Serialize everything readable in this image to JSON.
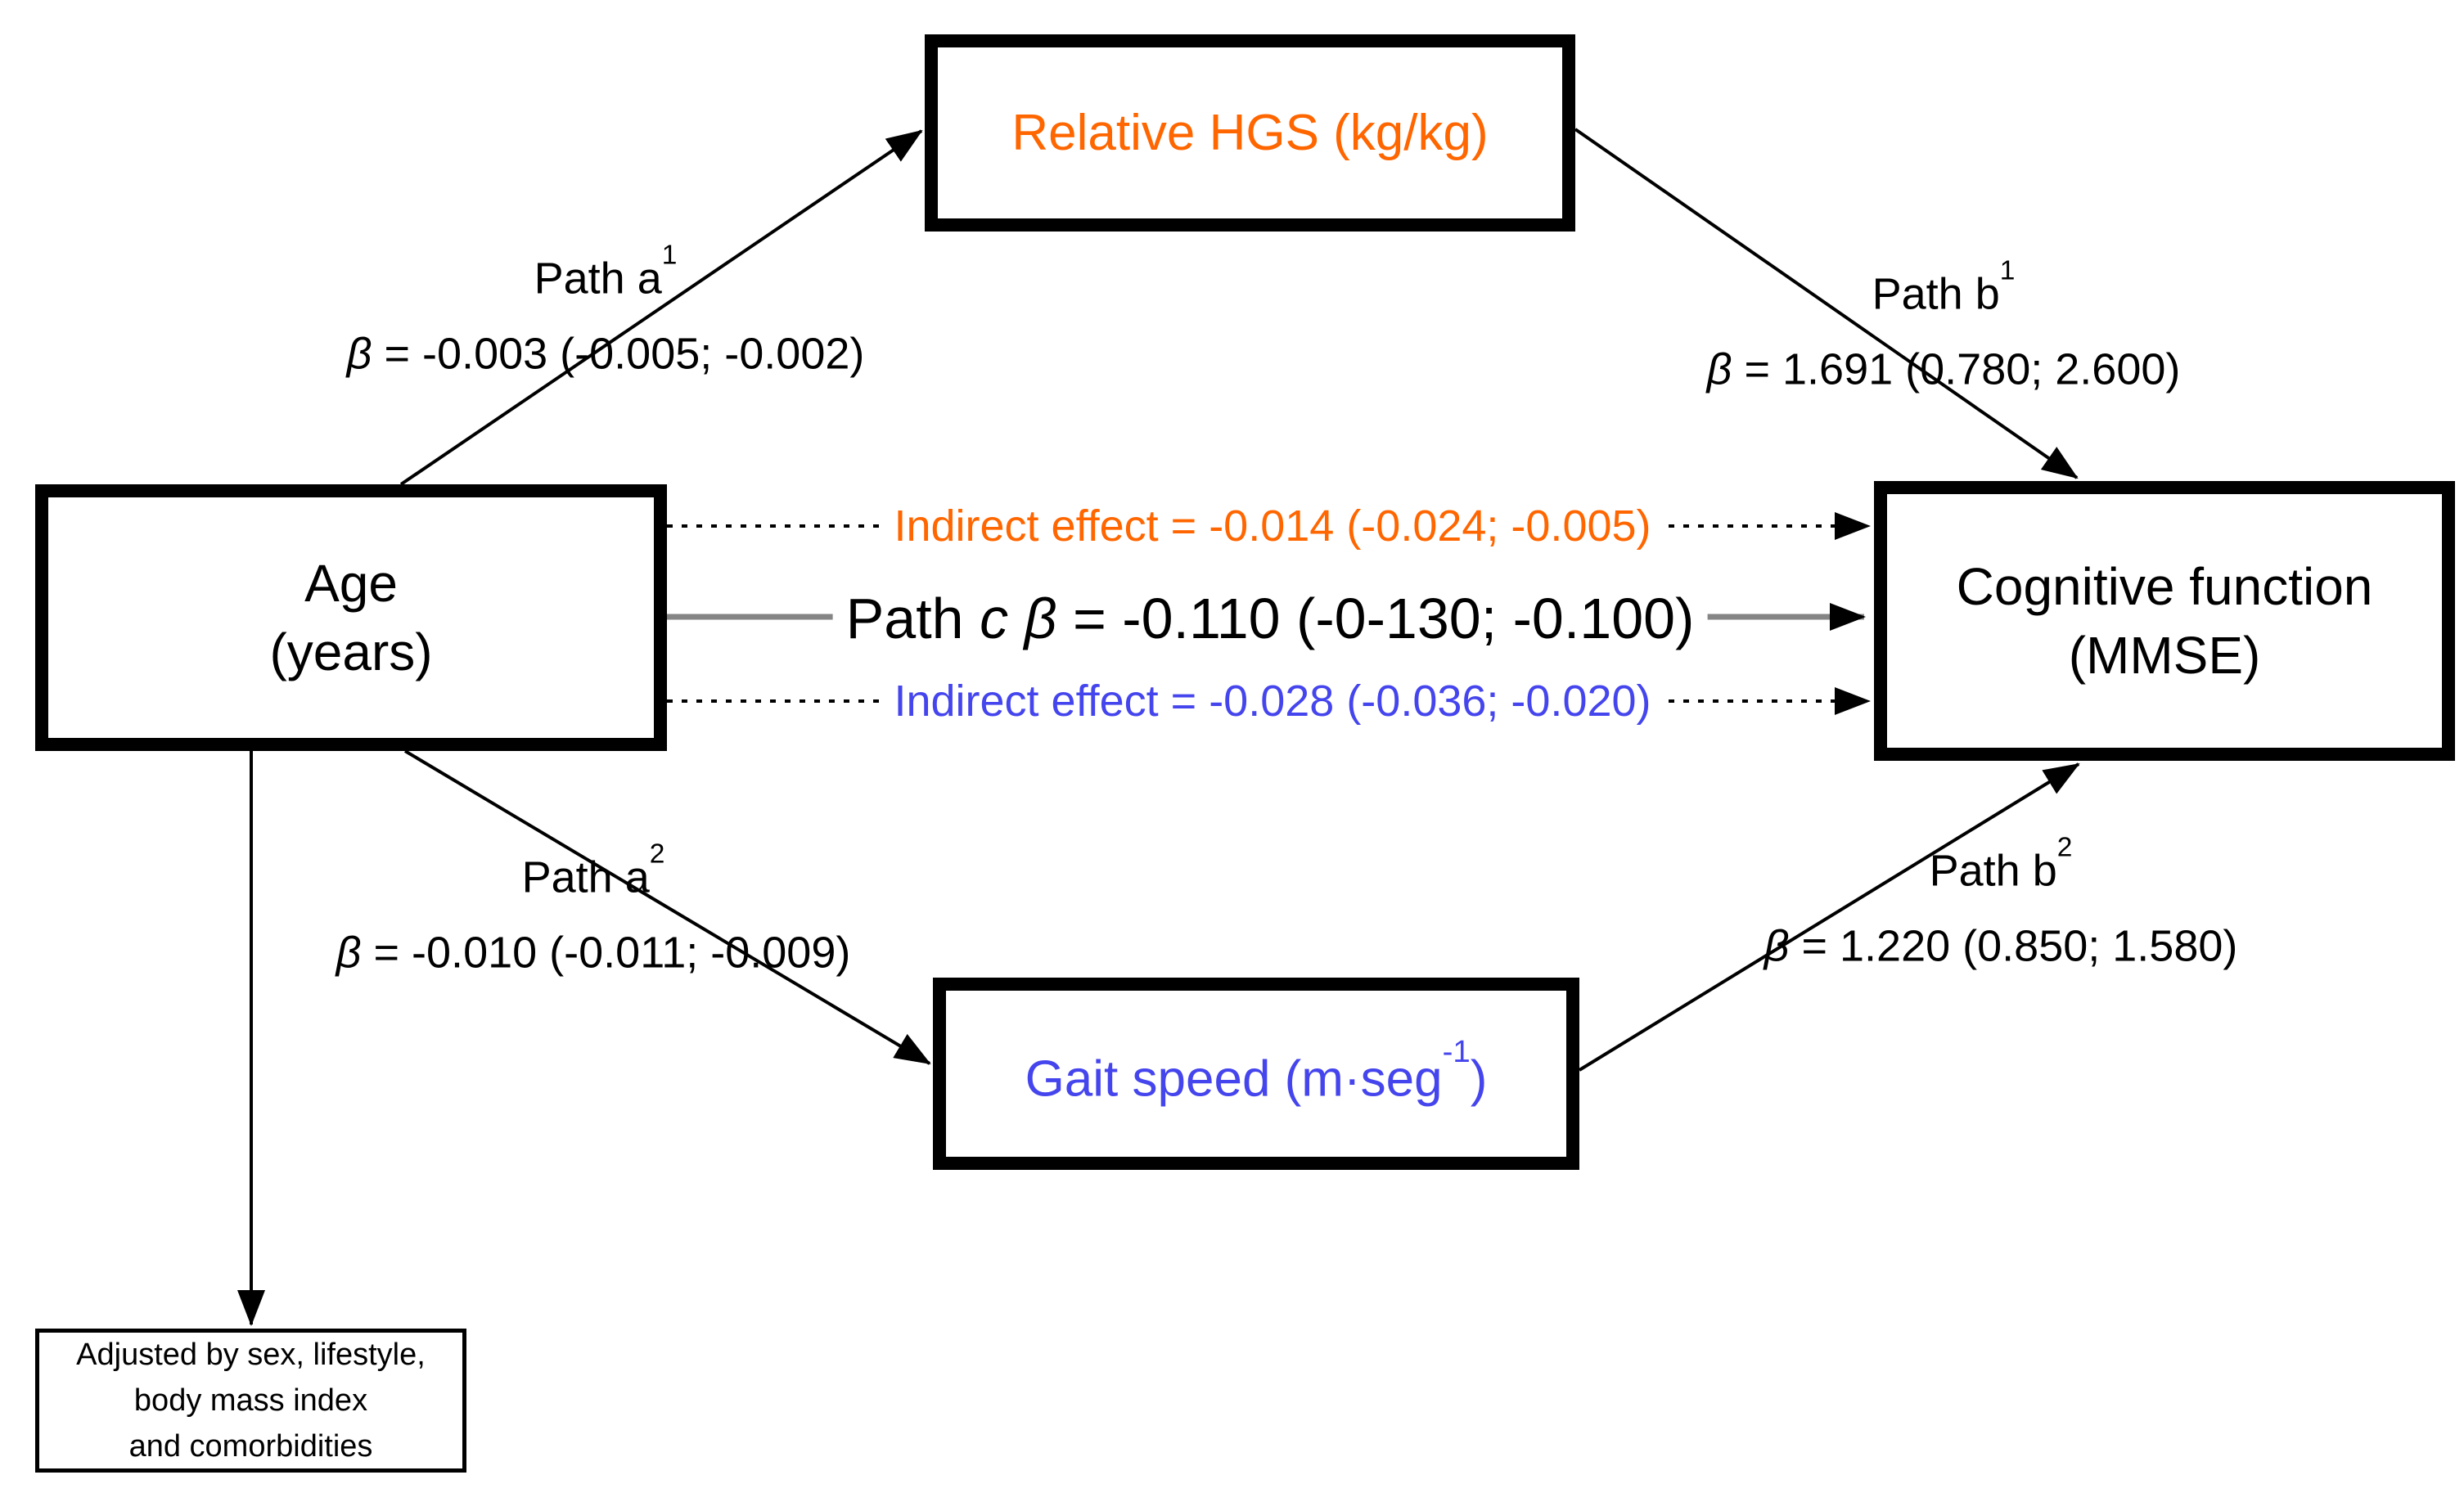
{
  "figure": {
    "background": "#ffffff",
    "accent_orange": "#FF6600",
    "accent_blue": "#4545EE",
    "direct_line_gray": "#858585"
  },
  "nodes": {
    "age": {
      "line1": "Age",
      "line2": "(years)"
    },
    "relative_hgs": {
      "label": "Relative HGS (kg/kg)"
    },
    "gait_speed": {
      "pre": "Gait speed (m·seg",
      "sup": "-1",
      "post": ")"
    },
    "cognitive": {
      "line1": "Cognitive function",
      "line2": "(MMSE)"
    },
    "adjusted": {
      "line1": "Adjusted by sex, lifestyle,",
      "line2": "body mass index",
      "line3": "and comorbidities"
    }
  },
  "paths": {
    "a1": {
      "name": "Path a",
      "sup": "1",
      "beta_sym": "β",
      "beta_val": "= -0.003 (-0.005; -0.002)"
    },
    "b1": {
      "name": "Path b",
      "sup": "1",
      "beta_sym": "β",
      "beta_val": "= 1.691 (0.780; 2.600)"
    },
    "a2": {
      "name": "Path a",
      "sup": "2",
      "beta_sym": "β",
      "beta_val": "= -0.010 (-0.011; -0.009)"
    },
    "b2": {
      "name": "Path b",
      "sup": "2",
      "beta_sym": "β",
      "beta_val": "= 1.220 (0.850; 1.580)"
    },
    "c": {
      "pre": "Path",
      "c_sym": "c",
      "beta_sym": "β",
      "value": "= -0.110 (-0-130; -0.100)"
    },
    "indirect_hgs": {
      "label": "Indirect effect = -0.014 (-0.024; -0.005)"
    },
    "indirect_gait": {
      "label": "Indirect effect = -0.028 (-0.036; -0.020)"
    }
  }
}
